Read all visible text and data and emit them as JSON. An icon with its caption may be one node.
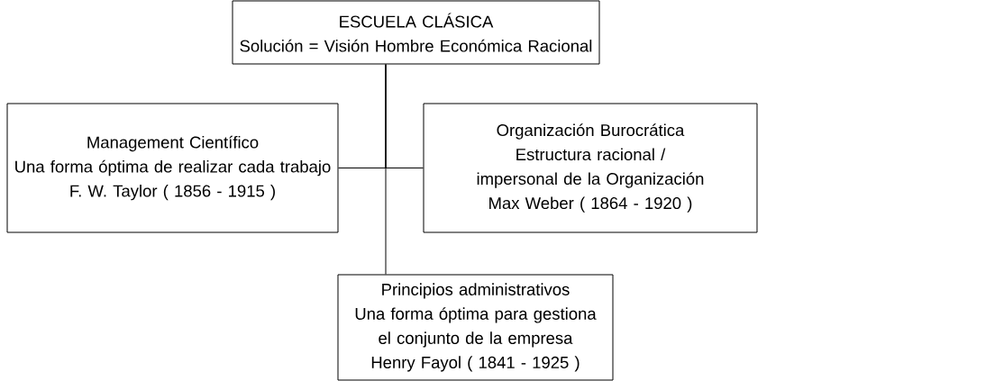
{
  "diagram": {
    "nodes": [
      {
        "text": [
          "ESCUELA CLÁSICA",
          "Solución = Visión Hombre Económica Racional"
        ]
      },
      {
        "text": [
          "Management Científico",
          "Una forma óptima de realizar cada trabajo",
          "F. W. Taylor ( 1856 - 1915 )"
        ]
      },
      {
        "text": [
          "Organización Burocrática",
          "Estructura racional / impersonal de la Organización",
          "Max Weber ( 1864 - 1920 )"
        ]
      },
      {
        "text": [
          "Principios administrativos",
          "Una forma óptima para gestiona el conjunto de la empresa",
          "Henry Fayol ( 1841 - 1925 )"
        ]
      }
    ],
    "edges": [
      {
        "from": 0,
        "to": 1,
        "arrow": "none"
      },
      {
        "from": 0,
        "to": 2,
        "arrow": "none"
      },
      {
        "from": 0,
        "to": 3,
        "arrow": "none"
      }
    ]
  }
}
